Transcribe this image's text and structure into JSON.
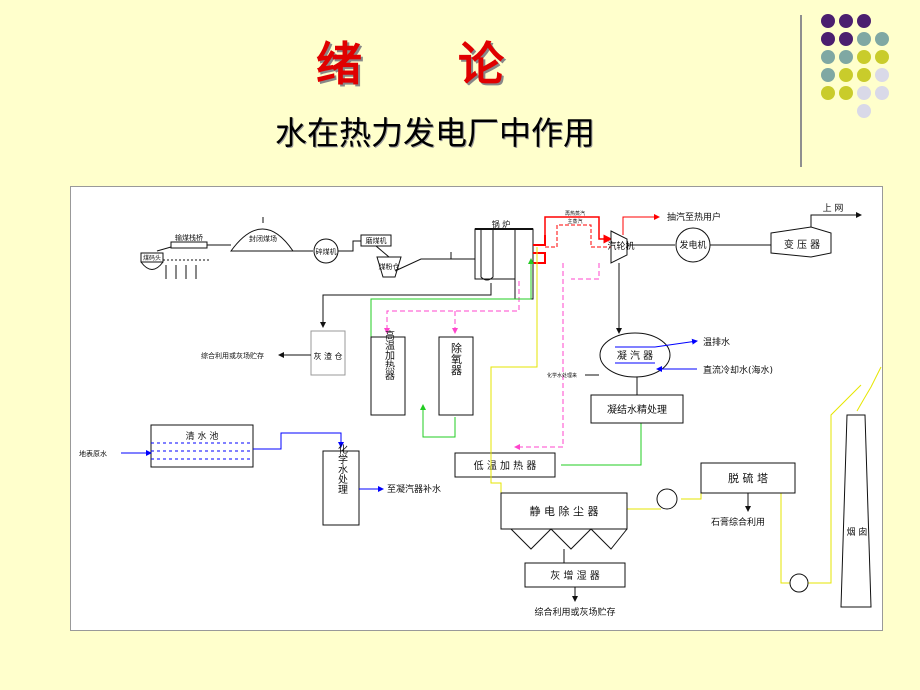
{
  "title": "绪 论",
  "subtitle": "水在热力发电厂中作用",
  "colors": {
    "background": "#ffffcc",
    "title": "#e00000",
    "dot_purple": "#4b1f6f",
    "dot_teal": "#7fa8a3",
    "dot_yellow": "#c9cc2b",
    "dot_gray": "#d9d9e8",
    "line_red": "#ff0000",
    "line_magenta": "#ff44cc",
    "line_green": "#22cc22",
    "line_blue": "#0000ff",
    "line_yellow": "#e6e600"
  },
  "decor_dots": [
    [
      "purple",
      "purple",
      "purple",
      null
    ],
    [
      "purple",
      "purple",
      "teal",
      "teal"
    ],
    [
      "teal",
      "teal",
      "yellow",
      "yellow"
    ],
    [
      "teal",
      "yellow",
      "yellow",
      "gray"
    ],
    [
      "yellow",
      "yellow",
      "gray",
      "gray"
    ],
    [
      null,
      null,
      "gray",
      null
    ]
  ],
  "diagram": {
    "conveyor": "输煤栈桥",
    "closed_yard": "封闭煤场",
    "coal_pier": "煤码头",
    "breaker": "碎煤机",
    "grinder": "磨煤机",
    "pc_bin": "煤粉仓",
    "boiler": "锅 炉",
    "reheat": "再热蒸汽",
    "main_steam": "主蒸汽",
    "turbine": "汽轮机",
    "extraction": "抽汽至热用户",
    "generator": "发电机",
    "transformer": "变 压 器",
    "grid": "上 网",
    "ash_bin": "灰 渣 仓",
    "ash_use_1": "综合利用或灰场贮存",
    "hp_heater": "高温加热器",
    "deaerator": "除氧器",
    "condenser": "凝 汽 器",
    "warm_drain": "温排水",
    "cooling_water": "直流冷却水(海水)",
    "chem_water": "化学水处理来",
    "polish": "凝结水精处理",
    "clear_pool": "清 水 池",
    "raw_water": "地表原水",
    "chem_treat": "化学水处理",
    "makeup": "至凝汽器补水",
    "lp_heater": "低 温 加 热 器",
    "desulf": "脱 硫 塔",
    "gypsum": "石膏综合利用",
    "esp": "静 电 除 尘 器",
    "chimney": "烟 囱",
    "humidifier": "灰 增 湿 器",
    "ash_use_2": "综合利用或灰场贮存"
  }
}
